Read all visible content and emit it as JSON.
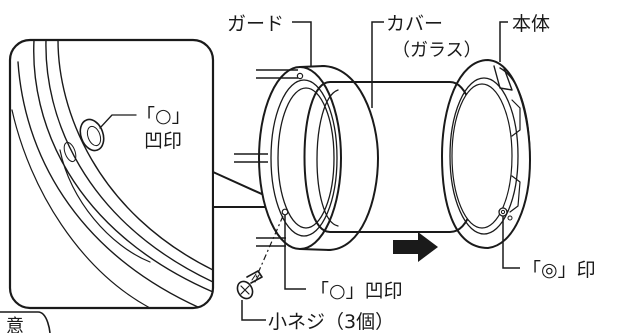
{
  "labels": {
    "guard": "ガード",
    "cover": "カバー",
    "glass": "（ガラス）",
    "body": "本体",
    "circle_mark_callout_line1": "「○」",
    "circle_mark_callout_line2": "凹印",
    "circle_mark": "「○」凹印",
    "double_circle_mark": "「◎」印",
    "small_screw": "小ネジ（3個）",
    "note_tab": "意"
  }
}
